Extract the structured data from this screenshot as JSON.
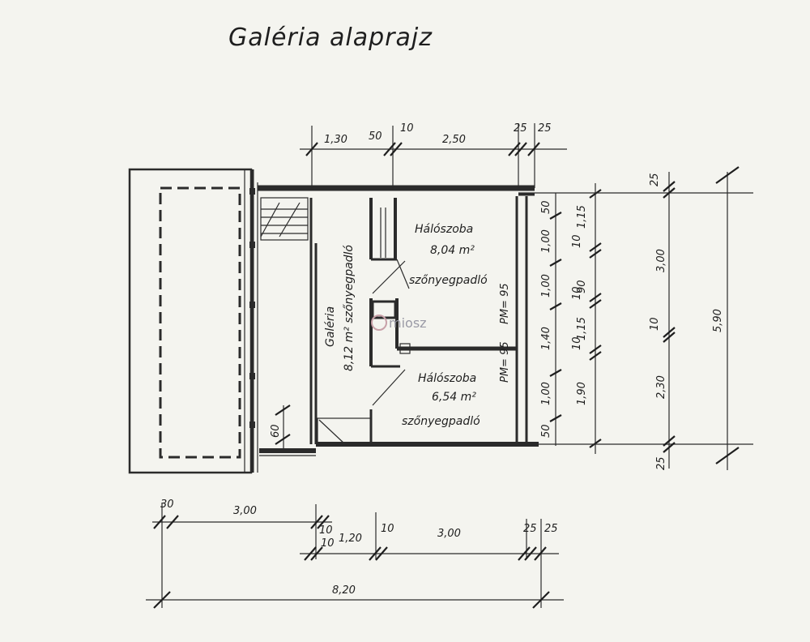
{
  "title": "Galéria alaprajz",
  "watermark": "miosz",
  "rooms": {
    "haloszoba1": {
      "name": "Hálószoba",
      "area": "8,04 m²",
      "floor": "szőnyegpadló"
    },
    "haloszoba2": {
      "name": "Hálószoba",
      "area": "6,54 m²",
      "floor": "szőnyegpadló"
    },
    "galeria": {
      "name": "Galéria",
      "area": "8,12 m² szőnyegpadló"
    }
  },
  "door_labels": {
    "pm1": "PM= 95",
    "pm2": "PM= 95"
  },
  "dimensions": {
    "top": [
      "1,30",
      "50",
      "10",
      "2,50",
      "25",
      "25"
    ],
    "right_inner": [
      "50",
      "1,00",
      "1,00",
      "1,40",
      "1,00",
      "50"
    ],
    "right_mid": [
      "1,15",
      "10",
      "90",
      "10",
      "1,15",
      "10",
      "1,90"
    ],
    "right_outer": [
      "25",
      "3,00",
      "10",
      "2,30",
      "25"
    ],
    "right_total": "5,90",
    "bottom_row1": [
      "30",
      "3,00",
      "10"
    ],
    "bottom_row2": [
      "10",
      "1,20",
      "10",
      "3,00",
      "25",
      "25"
    ],
    "bottom_total": "8,20",
    "stair_gap": "60"
  },
  "colors": {
    "ink": "#2b2b2b",
    "paper": "#f4f4ef",
    "watermark": "#9a9aa6"
  }
}
